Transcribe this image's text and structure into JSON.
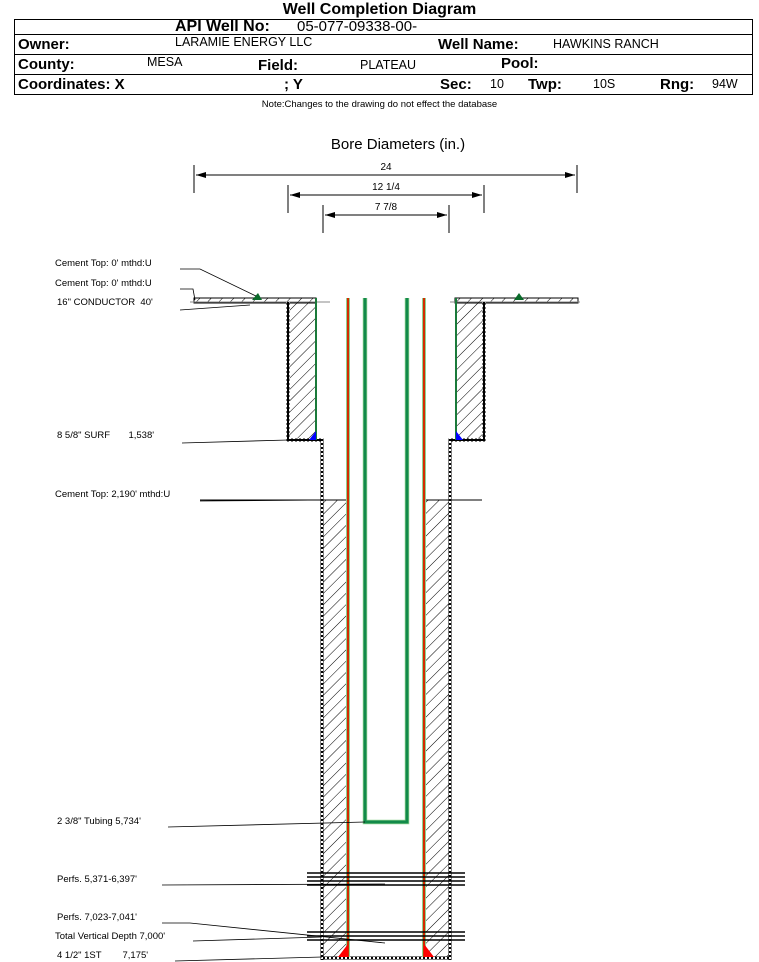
{
  "title": "Well Completion Diagram",
  "header": {
    "api_label": "API Well No:",
    "api_value": "05-077-09338-00-",
    "owner_label": "Owner:",
    "owner_value": "LARAMIE ENERGY LLC",
    "well_name_label": "Well Name:",
    "well_name_value": "HAWKINS RANCH",
    "county_label": "County:",
    "county_value": "MESA",
    "field_label": "Field:",
    "field_value": "PLATEAU",
    "pool_label": "Pool:",
    "pool_value": "",
    "coord_label": "Coordinates: X",
    "coord_y_label": "; Y",
    "sec_label": "Sec:",
    "sec_value": "10",
    "twp_label": "Twp:",
    "twp_value": "10S",
    "rng_label": "Rng:",
    "rng_value": "94W"
  },
  "note": "Note:Changes to the drawing do not effect the database",
  "bore": {
    "title": "Bore Diameters (in.)",
    "diameters": [
      "24",
      "12 1/4",
      "7 7/8"
    ]
  },
  "annotations": {
    "cement_top_1": "Cement Top: 0' mthd:U",
    "cement_top_2": "Cement Top: 0' mthd:U",
    "conductor": "16\" CONDUCTOR  40'",
    "surface_casing": "8 5/8\" SURF       1,538'",
    "cement_top_3": "Cement Top: 2,190' mthd:U",
    "tubing": "2 3/8\" Tubing 5,734'",
    "perfs_1": "Perfs. 5,371-6,397'",
    "perfs_2": "Perfs. 7,023-7,041'",
    "tvd": "Total Vertical Depth 7,000'",
    "production_casing": "4 1/2\" 1ST        7,175'"
  },
  "colors": {
    "production_casing": "#d42a00",
    "casing_outline": "#1a7a3a",
    "tubing": "#128a4a",
    "shoe_surface": "#0000ff",
    "shoe_production": "#ff0000",
    "cement_marker": "#0a6a2a"
  }
}
